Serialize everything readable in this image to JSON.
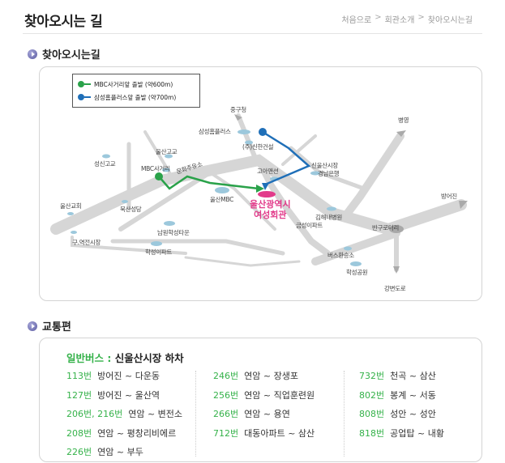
{
  "header": {
    "title": "찾아오시는 길",
    "breadcrumb": [
      "처음으로",
      "회관소개",
      "찾아오시는길"
    ]
  },
  "map_section": {
    "heading": "찾아오시는길",
    "legend": [
      {
        "label": "MBC사거리앞 출발 (약600m)",
        "color": "#2aa24a"
      },
      {
        "label": "삼성홈플러스앞 출발 (약700m)",
        "color": "#1f6fb8"
      }
    ],
    "destination": [
      "울산광역시",
      "여성회관"
    ],
    "labels": {
      "junggu": "중구청",
      "byeongyeong": "병영",
      "samsung_home": "삼성홈플러스",
      "shinhan": "(주)신한건설",
      "ulsan_high": "울산고교",
      "seongsin_high": "성신고교",
      "mbc_cross": "MBC사거리",
      "munhwa": "문화주유소",
      "goa": "고아맨션",
      "sinulsan_market": "신울산시장",
      "gyeongnam_bank": "경남은행",
      "ulsan_mbc": "울산MBC",
      "bangeojin": "방어진",
      "ulsan_church": "울산교회",
      "buksin": "북산성당",
      "gimhae_hosp": "김해내병원",
      "geumsung_apt": "금성이파트",
      "bangu_rotary": "반구로터리",
      "namwon_town": "남원학성타운",
      "gu_station_market": "구.역전시장",
      "haksung_apt": "학성이파트",
      "bus_terminal": "버스환승소",
      "haksung_park": "학성공원",
      "gangbyeon": "강변도로"
    }
  },
  "transit_section": {
    "heading": "교통편",
    "bus_type": "일반버스",
    "bus_sep": " : ",
    "bus_stop": "신울산시장 하차",
    "columns": [
      [
        {
          "num": "113번",
          "route": "방어진 ~ 다운동"
        },
        {
          "num": "127번",
          "route": "방어진 ~ 울산역"
        },
        {
          "num": "206번, 216번",
          "route": "연암 ~ 변전소"
        },
        {
          "num": "208번",
          "route": "연암 ~ 평창리비에르"
        },
        {
          "num": "226번",
          "route": "연암 ~ 부두"
        }
      ],
      [
        {
          "num": "246번",
          "route": "연암 ~ 장생포"
        },
        {
          "num": "256번",
          "route": "연암 ~ 직업훈련원"
        },
        {
          "num": "266번",
          "route": "연암 ~ 용연"
        },
        {
          "num": "712번",
          "route": "대동아파트 ~ 삼산"
        }
      ],
      [
        {
          "num": "732번",
          "route": "천곡 ~ 삼산"
        },
        {
          "num": "802번",
          "route": "봉계 ~ 서동"
        },
        {
          "num": "808번",
          "route": "성안 ~ 성안"
        },
        {
          "num": "818번",
          "route": "공업탑 ~ 내황"
        }
      ]
    ]
  }
}
